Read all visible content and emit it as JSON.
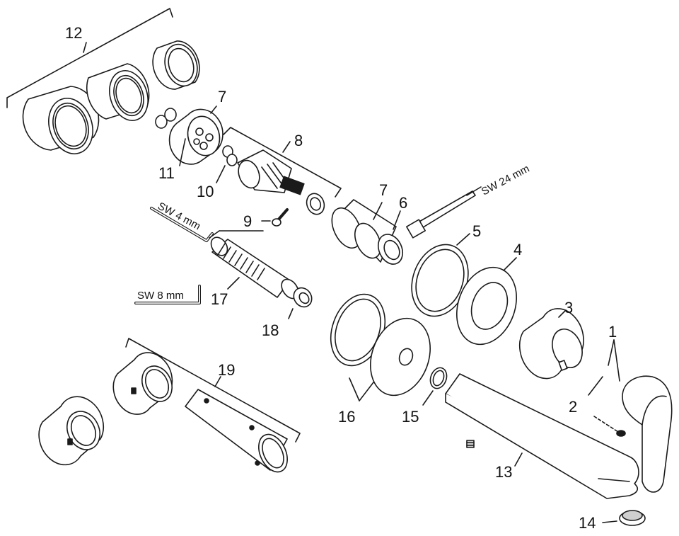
{
  "callouts": {
    "c1": "1",
    "c2": "2",
    "c3": "3",
    "c4": "4",
    "c5": "5",
    "c6": "6",
    "c7a": "7",
    "c7b": "7",
    "c8": "8",
    "c9": "9",
    "c10": "10",
    "c11": "11",
    "c12": "12",
    "c13": "13",
    "c14": "14",
    "c15": "15",
    "c16": "16",
    "c17": "17",
    "c18": "18",
    "c19": "19"
  },
  "tools": {
    "sw4": "SW 4 mm",
    "sw8": "SW 8 mm",
    "sw24": "SW 24 mm"
  },
  "colors": {
    "line": "#1a1a1a",
    "background": "#ffffff"
  }
}
